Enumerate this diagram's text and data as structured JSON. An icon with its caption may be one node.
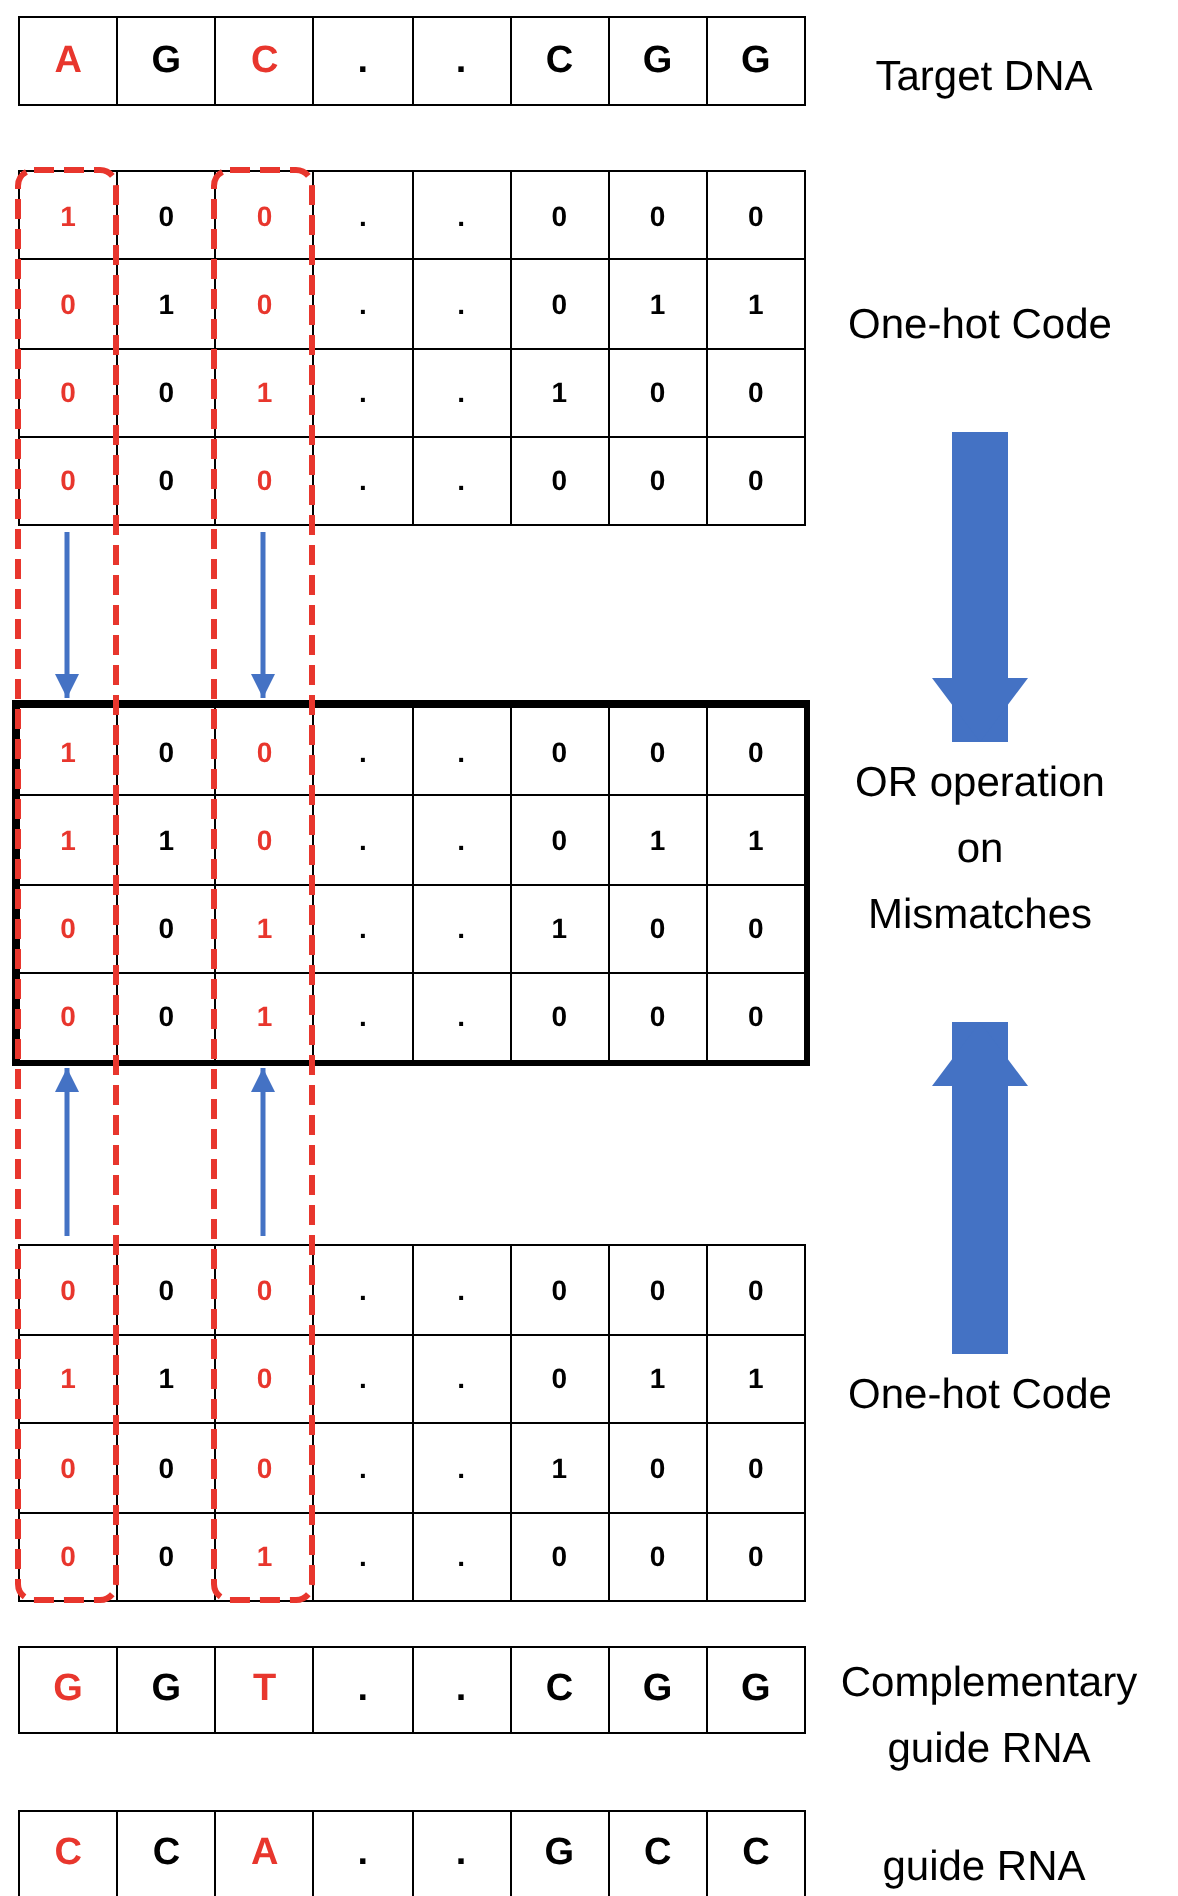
{
  "diagram": {
    "nodes": [
      {
        "text": [
          "A",
          "G",
          "C",
          ".",
          ".",
          "C",
          "G",
          "G"
        ]
      },
      {
        "text": [
          "Target DNA"
        ]
      },
      {
        "text": [
          "1",
          "0",
          "0",
          ".",
          ".",
          "0",
          "0",
          "0",
          "0",
          "1",
          "0",
          ".",
          ".",
          "0",
          "1",
          "1",
          "0",
          "0",
          "1",
          ".",
          ".",
          "1",
          "0",
          "0",
          "0",
          "0",
          "0",
          ".",
          ".",
          "0",
          "0",
          "0"
        ]
      },
      {
        "text": [
          "One-hot Code"
        ]
      },
      {
        "text": [
          "1",
          "0",
          "0",
          ".",
          ".",
          "0",
          "0",
          "0",
          "1",
          "1",
          "0",
          ".",
          ".",
          "0",
          "1",
          "1",
          "0",
          "0",
          "1",
          ".",
          ".",
          "1",
          "0",
          "0",
          "0",
          "0",
          "1",
          ".",
          ".",
          "0",
          "0",
          "0"
        ]
      },
      {
        "text": [
          "OR operation on Mismatches"
        ]
      },
      {
        "text": [
          "0",
          "0",
          "0",
          ".",
          ".",
          "0",
          "0",
          "0",
          "1",
          "1",
          "0",
          ".",
          ".",
          "0",
          "1",
          "1",
          "0",
          "0",
          "0",
          ".",
          ".",
          "1",
          "0",
          "0",
          "0",
          "0",
          "1",
          ".",
          ".",
          "0",
          "0",
          "0"
        ]
      },
      {
        "text": [
          "One-hot Code"
        ]
      },
      {
        "text": [
          "G",
          "G",
          "T",
          ".",
          ".",
          "C",
          "G",
          "G"
        ]
      },
      {
        "text": [
          "Complementary guide RNA"
        ]
      },
      {
        "text": [
          "C",
          "C",
          "A",
          ".",
          ".",
          "G",
          "C",
          "C"
        ]
      },
      {
        "text": [
          "guide RNA"
        ]
      }
    ],
    "edges": [
      {
        "from": 2,
        "to": 4,
        "arrow": "to"
      },
      {
        "from": 2,
        "to": 4,
        "arrow": "to"
      },
      {
        "from": 6,
        "to": 4,
        "arrow": "to"
      },
      {
        "from": 6,
        "to": 4,
        "arrow": "to"
      },
      {
        "from": 3,
        "to": 5,
        "arrow": "to",
        "style": "thick"
      },
      {
        "from": 7,
        "to": 5,
        "arrow": "to",
        "style": "thick"
      }
    ]
  }
}
